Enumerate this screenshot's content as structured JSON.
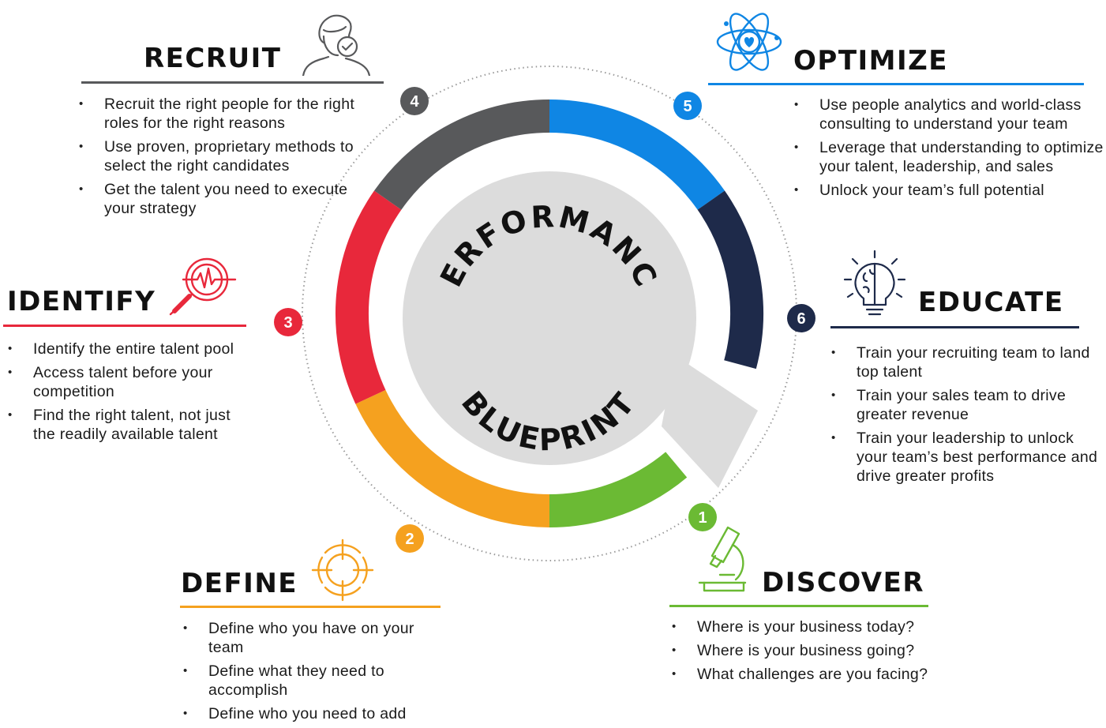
{
  "center": {
    "top_word": "PERFORMANCE",
    "bottom_word": "BLUEPRINT"
  },
  "colors": {
    "discover": "#6bba34",
    "define": "#f5a11f",
    "identify": "#e8283b",
    "recruit": "#58595b",
    "optimize": "#0f86e4",
    "educate": "#1e2a4a",
    "center": "#dcdcdc",
    "dotted_ring": "#9a9a9a"
  },
  "steps": [
    {
      "key": "discover",
      "number": "1",
      "title": "DISCOVER",
      "icon": "microscope-icon",
      "bullets": [
        "Where is your business today?",
        "Where is your business going?",
        "What challenges are you facing?"
      ]
    },
    {
      "key": "define",
      "number": "2",
      "title": "DEFINE",
      "icon": "target-icon",
      "bullets": [
        "Define who you have on your team",
        "Define what they need to accomplish",
        "Define who you need to add"
      ]
    },
    {
      "key": "identify",
      "number": "3",
      "title": "IDENTIFY",
      "icon": "magnifier-pulse-icon",
      "bullets": [
        "Identify the entire talent pool",
        "Access talent before your competition",
        "Find the right talent, not just the readily available talent"
      ]
    },
    {
      "key": "recruit",
      "number": "4",
      "title": "RECRUIT",
      "icon": "person-check-icon",
      "bullets": [
        "Recruit the right people for the right roles for the right reasons",
        "Use proven, proprietary methods to select the right candidates",
        "Get the talent you need to execute your strategy"
      ]
    },
    {
      "key": "optimize",
      "number": "5",
      "title": "OPTIMIZE",
      "icon": "atom-heart-icon",
      "bullets": [
        "Use people analytics and world-class consulting to understand your team",
        "Leverage that understanding to optimize your talent, leadership, and sales",
        "Unlock your team’s full potential"
      ]
    },
    {
      "key": "educate",
      "number": "6",
      "title": "EDUCATE",
      "icon": "lightbulb-brain-icon",
      "bullets": [
        "Train your recruiting team to land top talent",
        "Train your sales team to drive greater revenue",
        "Train your leadership to unlock your team’s best performance and drive greater profits"
      ]
    }
  ]
}
